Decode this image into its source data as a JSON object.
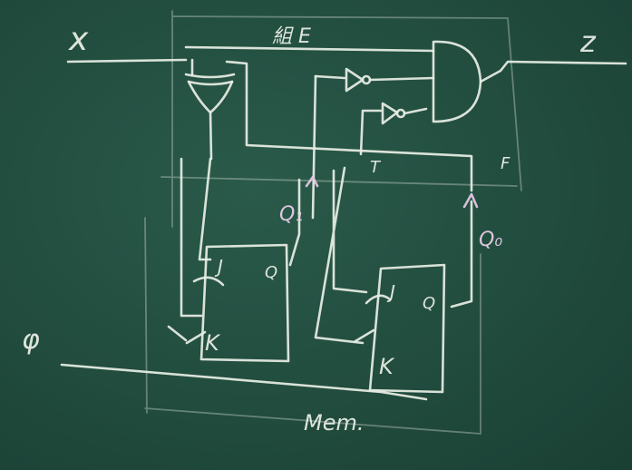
{
  "board": {
    "input_x": "x",
    "output_z": "z",
    "clock": "φ",
    "title_top": "組 E",
    "memory": "Mem.",
    "ff1": {
      "j": "J",
      "k": "K",
      "q": "Q",
      "out": "Q₁"
    },
    "ff0": {
      "j": "J",
      "k": "K",
      "q": "Q",
      "out": "Q₀"
    },
    "misc": {
      "mark_f": "F",
      "mark_tick": "T"
    }
  }
}
